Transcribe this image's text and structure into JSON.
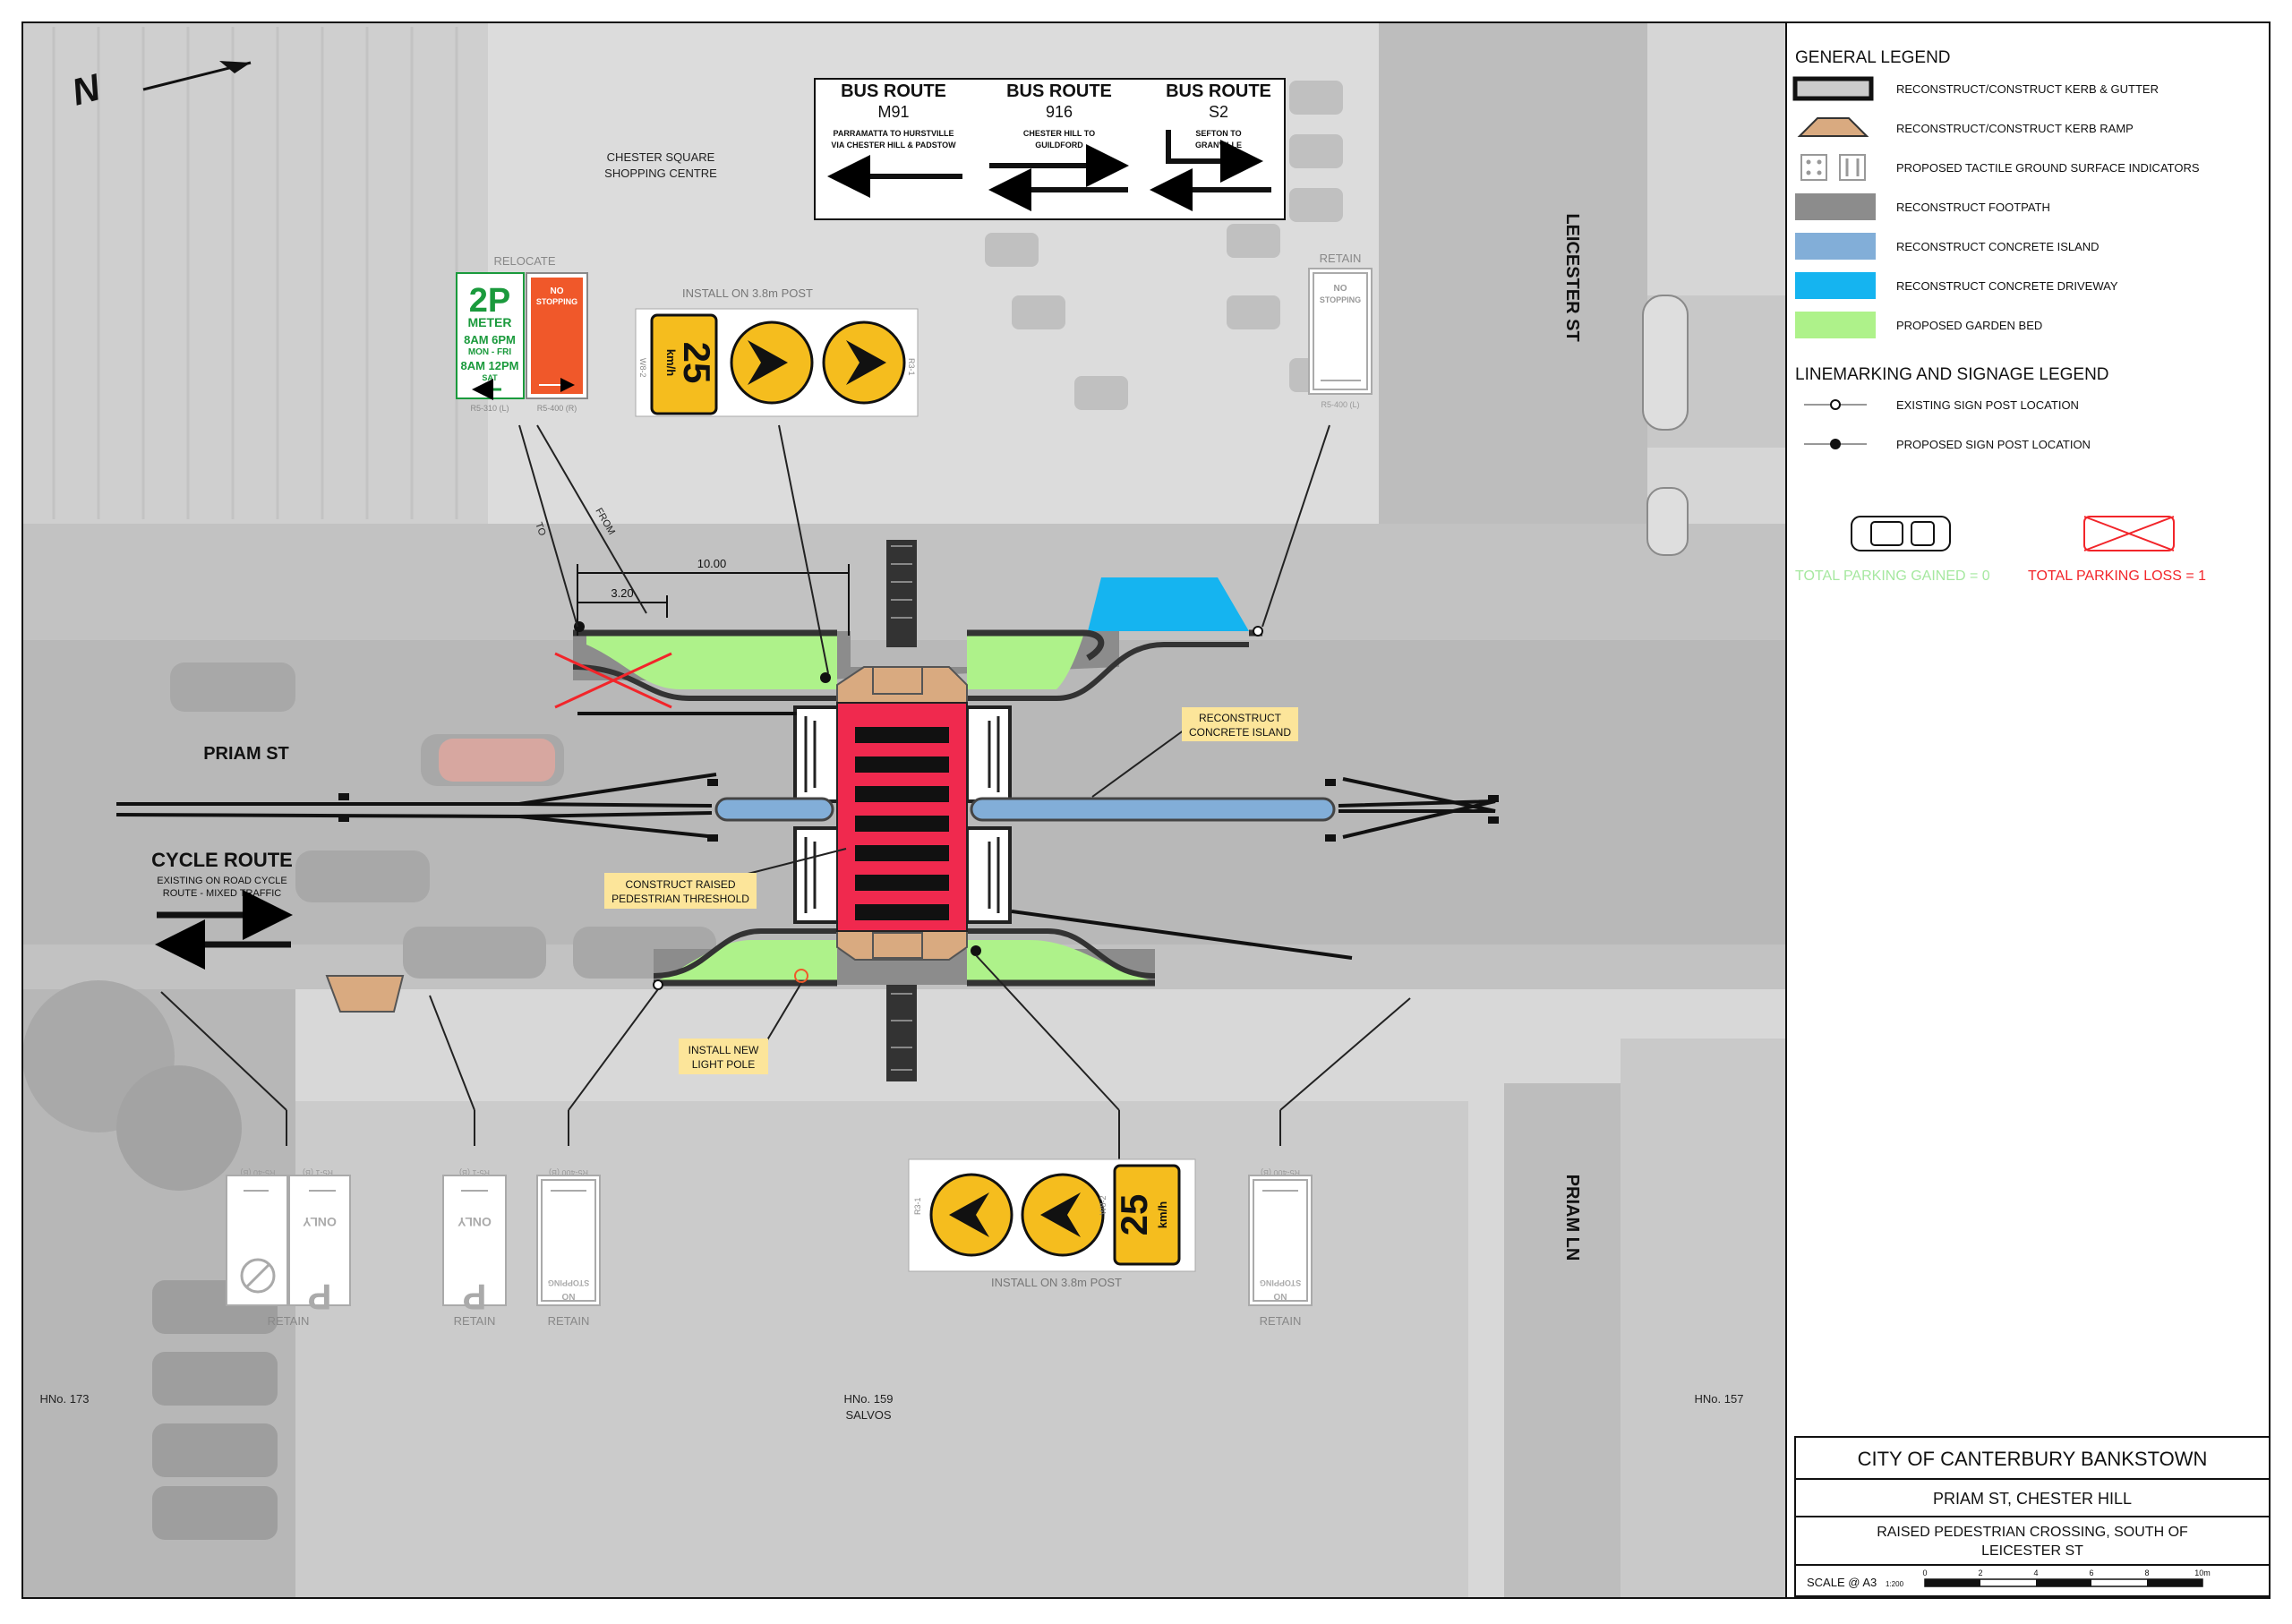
{
  "drawing": {
    "council": "CITY OF CANTERBURY BANKSTOWN",
    "street": "PRIAM ST, CHESTER HILL",
    "description_line1": "RAISED PEDESTRIAN CROSSING, SOUTH OF",
    "description_line2": "LEICESTER ST",
    "scale_label": "SCALE @ A3",
    "scale_ratio": "1:200",
    "scale_ticks": [
      "0",
      "2",
      "4",
      "6",
      "8",
      "10m"
    ]
  },
  "north_symbol": "N",
  "streets": {
    "priam_st": "PRIAM ST",
    "leicester_st": "LEICESTER ST",
    "priam_ln": "PRIAM LN"
  },
  "places": {
    "shopping_line1": "CHESTER SQUARE",
    "shopping_line2": "SHOPPING CENTRE",
    "hno_173": "HNo. 173",
    "hno_159": "HNo. 159",
    "salvos": "SALVOS",
    "hno_157": "HNo. 157"
  },
  "bus_routes": [
    {
      "title": "BUS ROUTE",
      "number": "M91",
      "desc1": "PARRAMATTA TO HURSTVILLE",
      "desc2": "VIA CHESTER HILL & PADSTOW"
    },
    {
      "title": "BUS ROUTE",
      "number": "916",
      "desc1": "CHESTER HILL TO",
      "desc2": "GUILDFORD"
    },
    {
      "title": "BUS ROUTE",
      "number": "S2",
      "desc1": "SEFTON TO",
      "desc2": "GRANVILLE"
    }
  ],
  "cycle_route": {
    "title": "CYCLE ROUTE",
    "line1": "EXISTING ON ROAD CYCLE",
    "line2": "ROUTE - MIXED TRAFFIC"
  },
  "dimensions": {
    "total": "10.00",
    "part": "3.20"
  },
  "annotations": {
    "relocate": "RELOCATE",
    "retain": "RETAIN",
    "install_post": "INSTALL ON 3.8m POST",
    "to": "TO",
    "from": "FROM",
    "island_1": "RECONSTRUCT",
    "island_2": "CONCRETE ISLAND",
    "threshold_1": "CONSTRUCT RAISED",
    "threshold_2": "PEDESTRIAN THRESHOLD",
    "light_1": "INSTALL NEW",
    "light_2": "LIGHT POLE"
  },
  "signs": {
    "meter_2p": "2P",
    "meter_word": "METER",
    "meter_mf_hours": "8AM 6PM",
    "meter_mf_days": "MON - FRI",
    "meter_sat_hours": "8AM 12PM",
    "meter_sat_day": "SAT",
    "no_stopping_1": "NO",
    "no_stopping_2": "STOPPING",
    "speed": "25",
    "speed_unit": "km/h",
    "only": "ONLY",
    "p": "P",
    "code_r5_310": "R5-310 (L)",
    "code_r5_400": "R5-400 (R)",
    "code_w8_2": "W8-2",
    "code_r3_1": "R3-1",
    "code_r5_400_l": "R5-400 (L)",
    "code_r5_40_b": "R5-40 (B)",
    "code_r5_1_b": "R5-1 (B)",
    "code_r5_400_b": "R5-400 (B)"
  },
  "legend": {
    "general_title": "GENERAL LEGEND",
    "items": [
      "RECONSTRUCT/CONSTRUCT KERB & GUTTER",
      "RECONSTRUCT/CONSTRUCT KERB RAMP",
      "PROPOSED TACTILE GROUND SURFACE INDICATORS",
      "RECONSTRUCT FOOTPATH",
      "RECONSTRUCT CONCRETE ISLAND",
      "RECONSTRUCT CONCRETE DRIVEWAY",
      "PROPOSED GARDEN BED"
    ],
    "linemark_title": "LINEMARKING AND SIGNAGE LEGEND",
    "line_items": [
      "EXISTING SIGN POST LOCATION",
      "PROPOSED SIGN POST LOCATION"
    ],
    "parking_gained": "TOTAL PARKING GAINED = 0",
    "parking_loss": "TOTAL PARKING LOSS = 1"
  },
  "colors": {
    "garden": "#aef28a",
    "island": "#82aed8",
    "driveway": "#15b4f0",
    "crossing": "#f0294e",
    "ramp": "#d9aa80",
    "footpath": "#8c8c8c",
    "sign_yellow": "#f5bd1e",
    "loss_red": "#f2252a",
    "gain_green": "#a6e8a0",
    "sign_green": "#1a9a3c",
    "sign_red": "#f0582a",
    "callout_yellow": "#fce59a"
  }
}
